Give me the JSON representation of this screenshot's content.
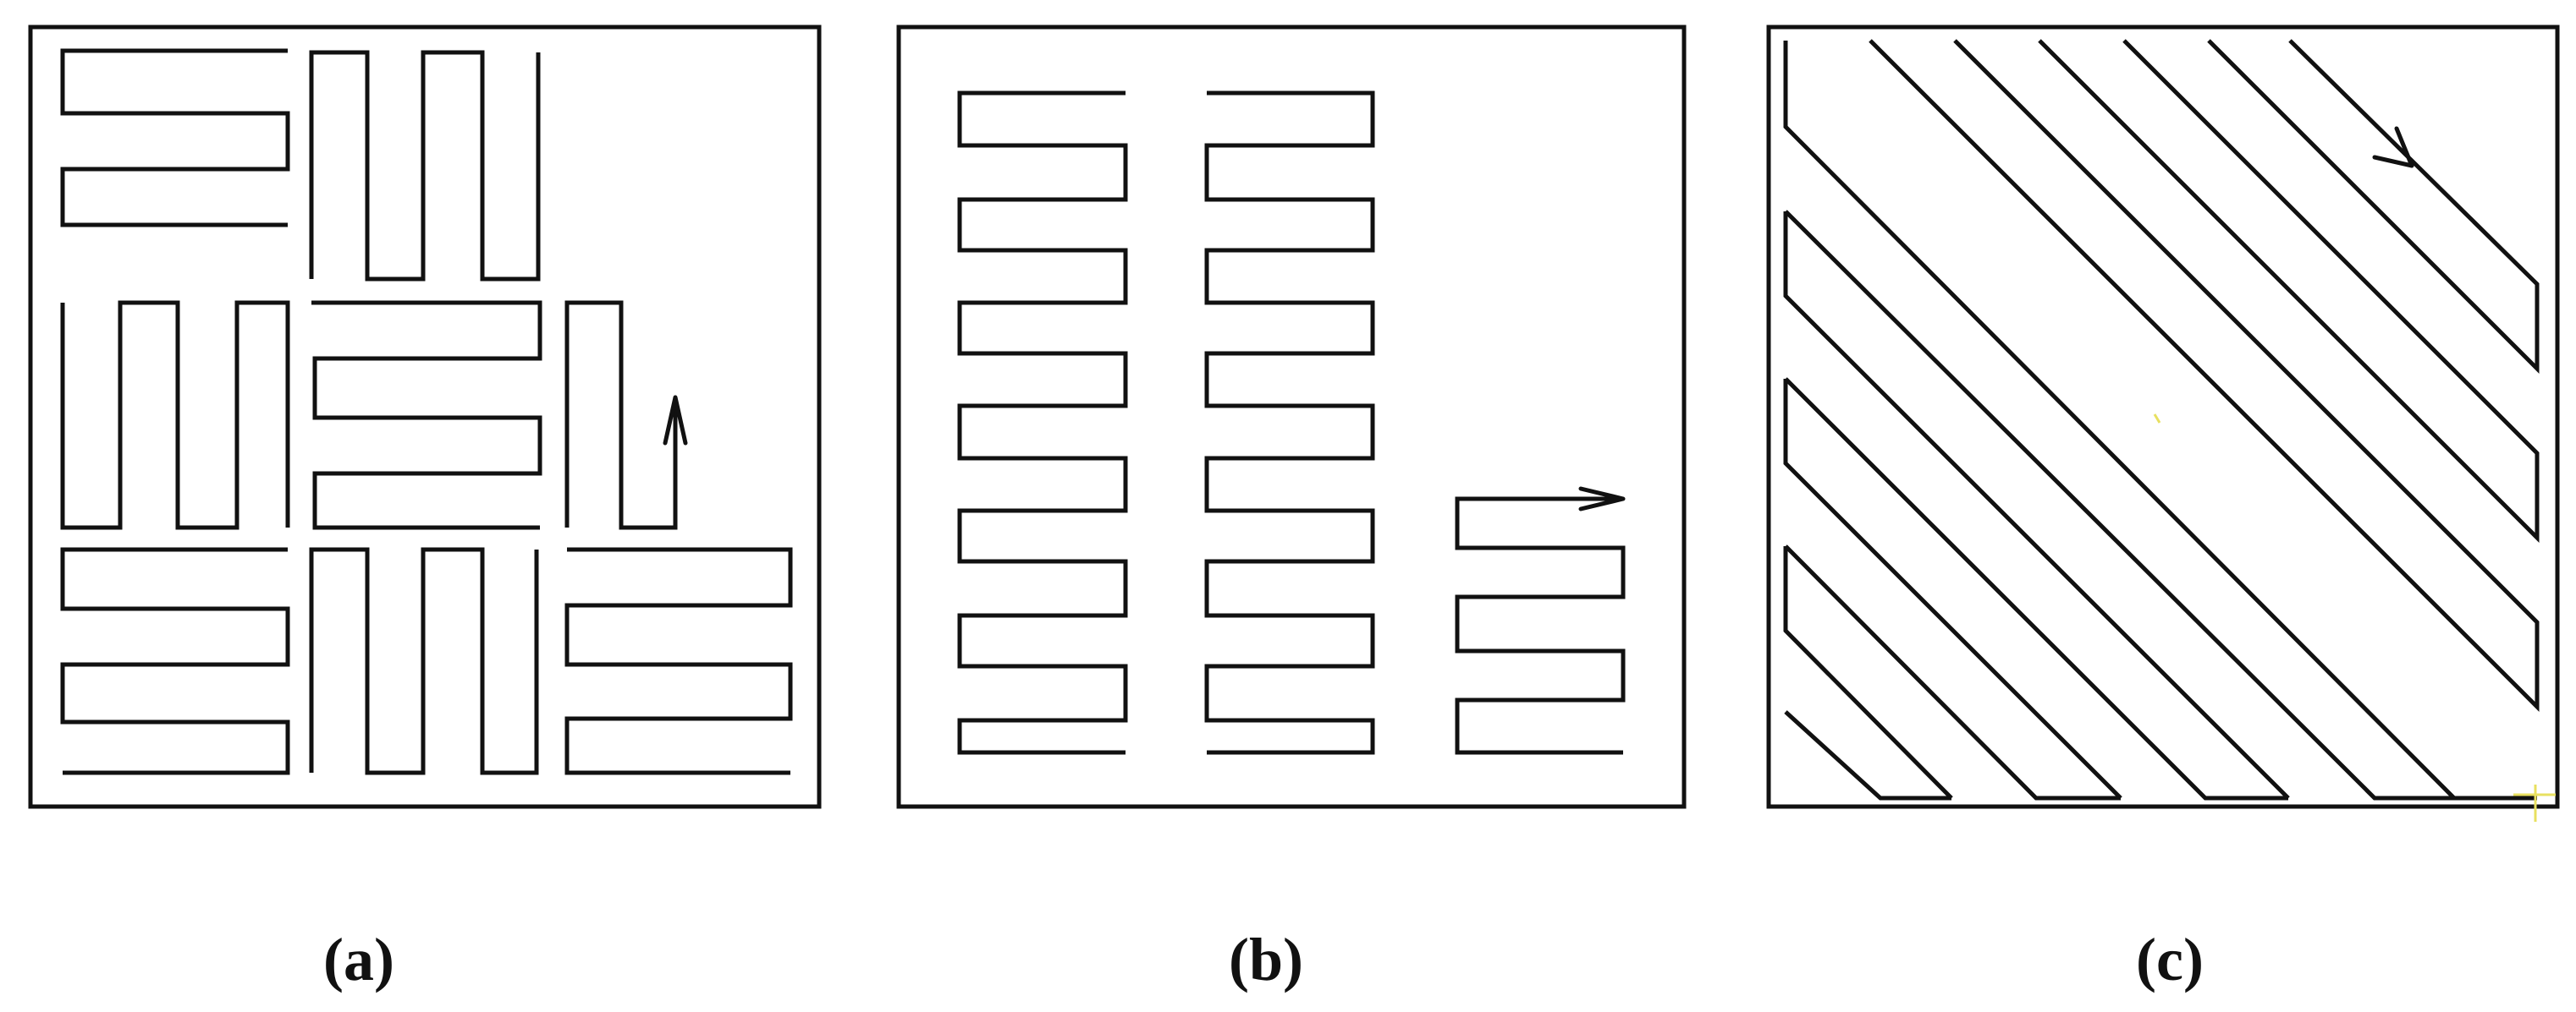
{
  "figure": {
    "panels": [
      {
        "id": "a",
        "caption": "(a)"
      },
      {
        "id": "b",
        "caption": "(b)"
      },
      {
        "id": "c",
        "caption": "(c)"
      }
    ],
    "colors": {
      "stroke": "#111111",
      "background": "#ffffff",
      "speck": "#e8e060"
    }
  }
}
